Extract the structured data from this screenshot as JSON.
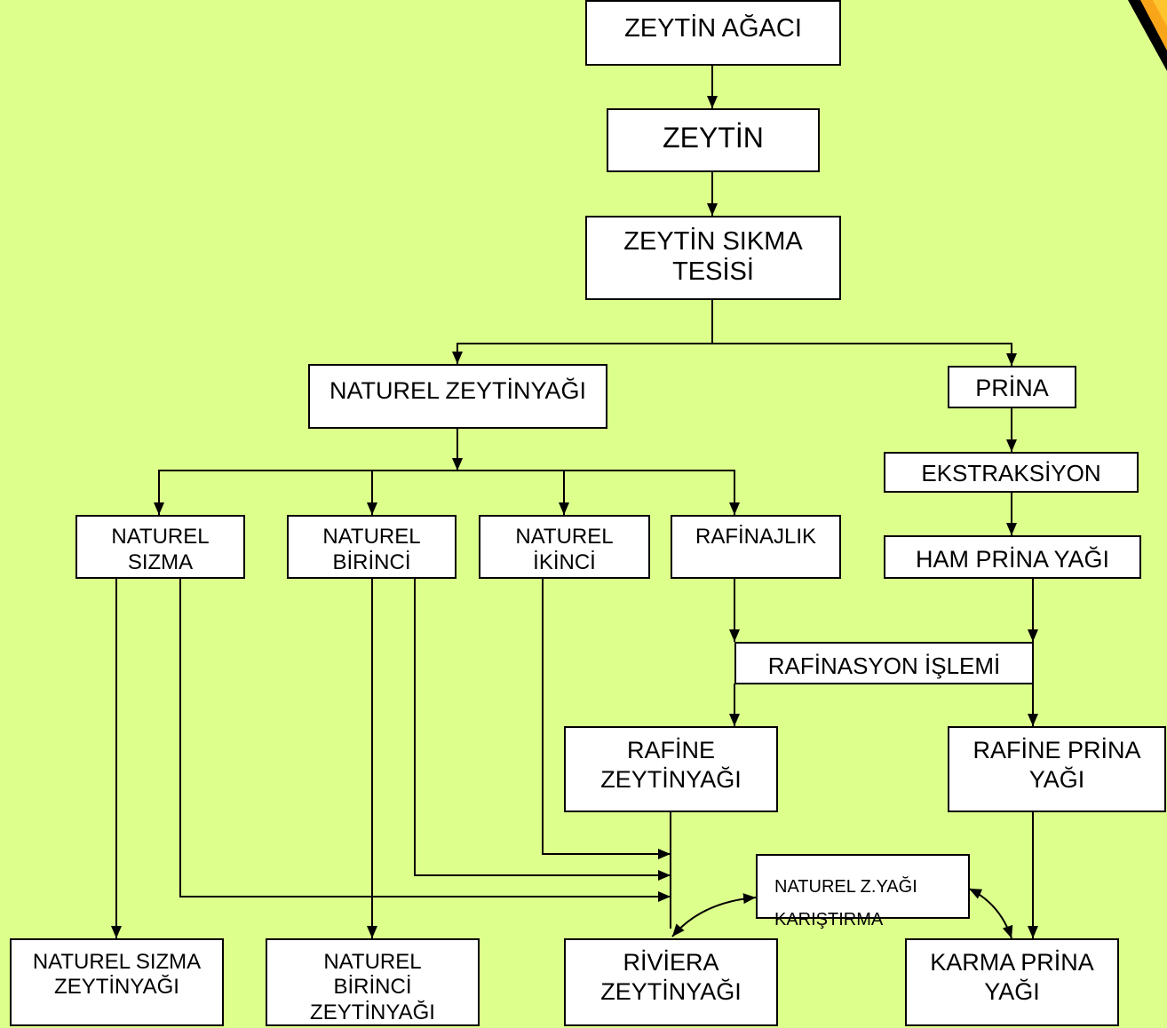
{
  "colors": {
    "background": "#ddff8c",
    "box_fill": "#ffffff",
    "line": "#000000",
    "sign_border": "#000000",
    "sign_fill": "#f9a51a",
    "sign_inner": "#ffc52e"
  },
  "icons": {
    "corner_sign": "warning-sign-icon"
  },
  "nodes": {
    "zeytin_agaci": {
      "lines": [
        "ZEYTİN AĞACI"
      ]
    },
    "zeytin": {
      "lines": [
        "ZEYTİN"
      ]
    },
    "zeytin_sikma_tesisi": {
      "lines": [
        "ZEYTİN SIKMA",
        "TESİSİ"
      ]
    },
    "naturel_zeytinyagi": {
      "lines": [
        "NATUREL ZEYTİNYAĞI"
      ]
    },
    "prina": {
      "lines": [
        "PRİNA"
      ]
    },
    "ekstraksiyon": {
      "lines": [
        "EKSTRAKSİYON"
      ]
    },
    "ham_prina_yagi": {
      "lines": [
        "HAM PRİNA YAĞI"
      ]
    },
    "naturel_sizma": {
      "lines": [
        "NATUREL",
        "SIZMA"
      ]
    },
    "naturel_birinci": {
      "lines": [
        "NATUREL",
        "BİRİNCİ"
      ]
    },
    "naturel_ikinci": {
      "lines": [
        "NATUREL",
        "İKİNCİ"
      ]
    },
    "rafinajlik": {
      "lines": [
        "RAFİNAJLIK"
      ]
    },
    "rafinasyon_islemi": {
      "lines": [
        "RAFİNASYON İŞLEMİ"
      ]
    },
    "rafine_zeytinyagi": {
      "lines": [
        "RAFİNE",
        "ZEYTİNYAĞI"
      ]
    },
    "rafine_prina_yagi": {
      "lines": [
        "RAFİNE PRİNA",
        "YAĞI"
      ]
    },
    "naturel_zyagi_karistirma": {
      "lines": [
        "NATUREL Z.YAĞI",
        "KARIŞTIRMA"
      ]
    },
    "naturel_sizma_zeytinyagi": {
      "lines": [
        "NATUREL SIZMA",
        "ZEYTİNYAĞI"
      ]
    },
    "naturel_birinci_zeytinyagi": {
      "lines": [
        "NATUREL",
        "BİRİNCİ",
        "ZEYTİNYAĞI"
      ]
    },
    "riviera_zeytinyagi": {
      "lines": [
        "RİVİERA",
        "ZEYTİNYAĞI"
      ]
    },
    "karma_prina_yagi": {
      "lines": [
        "KARMA PRİNA",
        "YAĞI"
      ]
    }
  }
}
